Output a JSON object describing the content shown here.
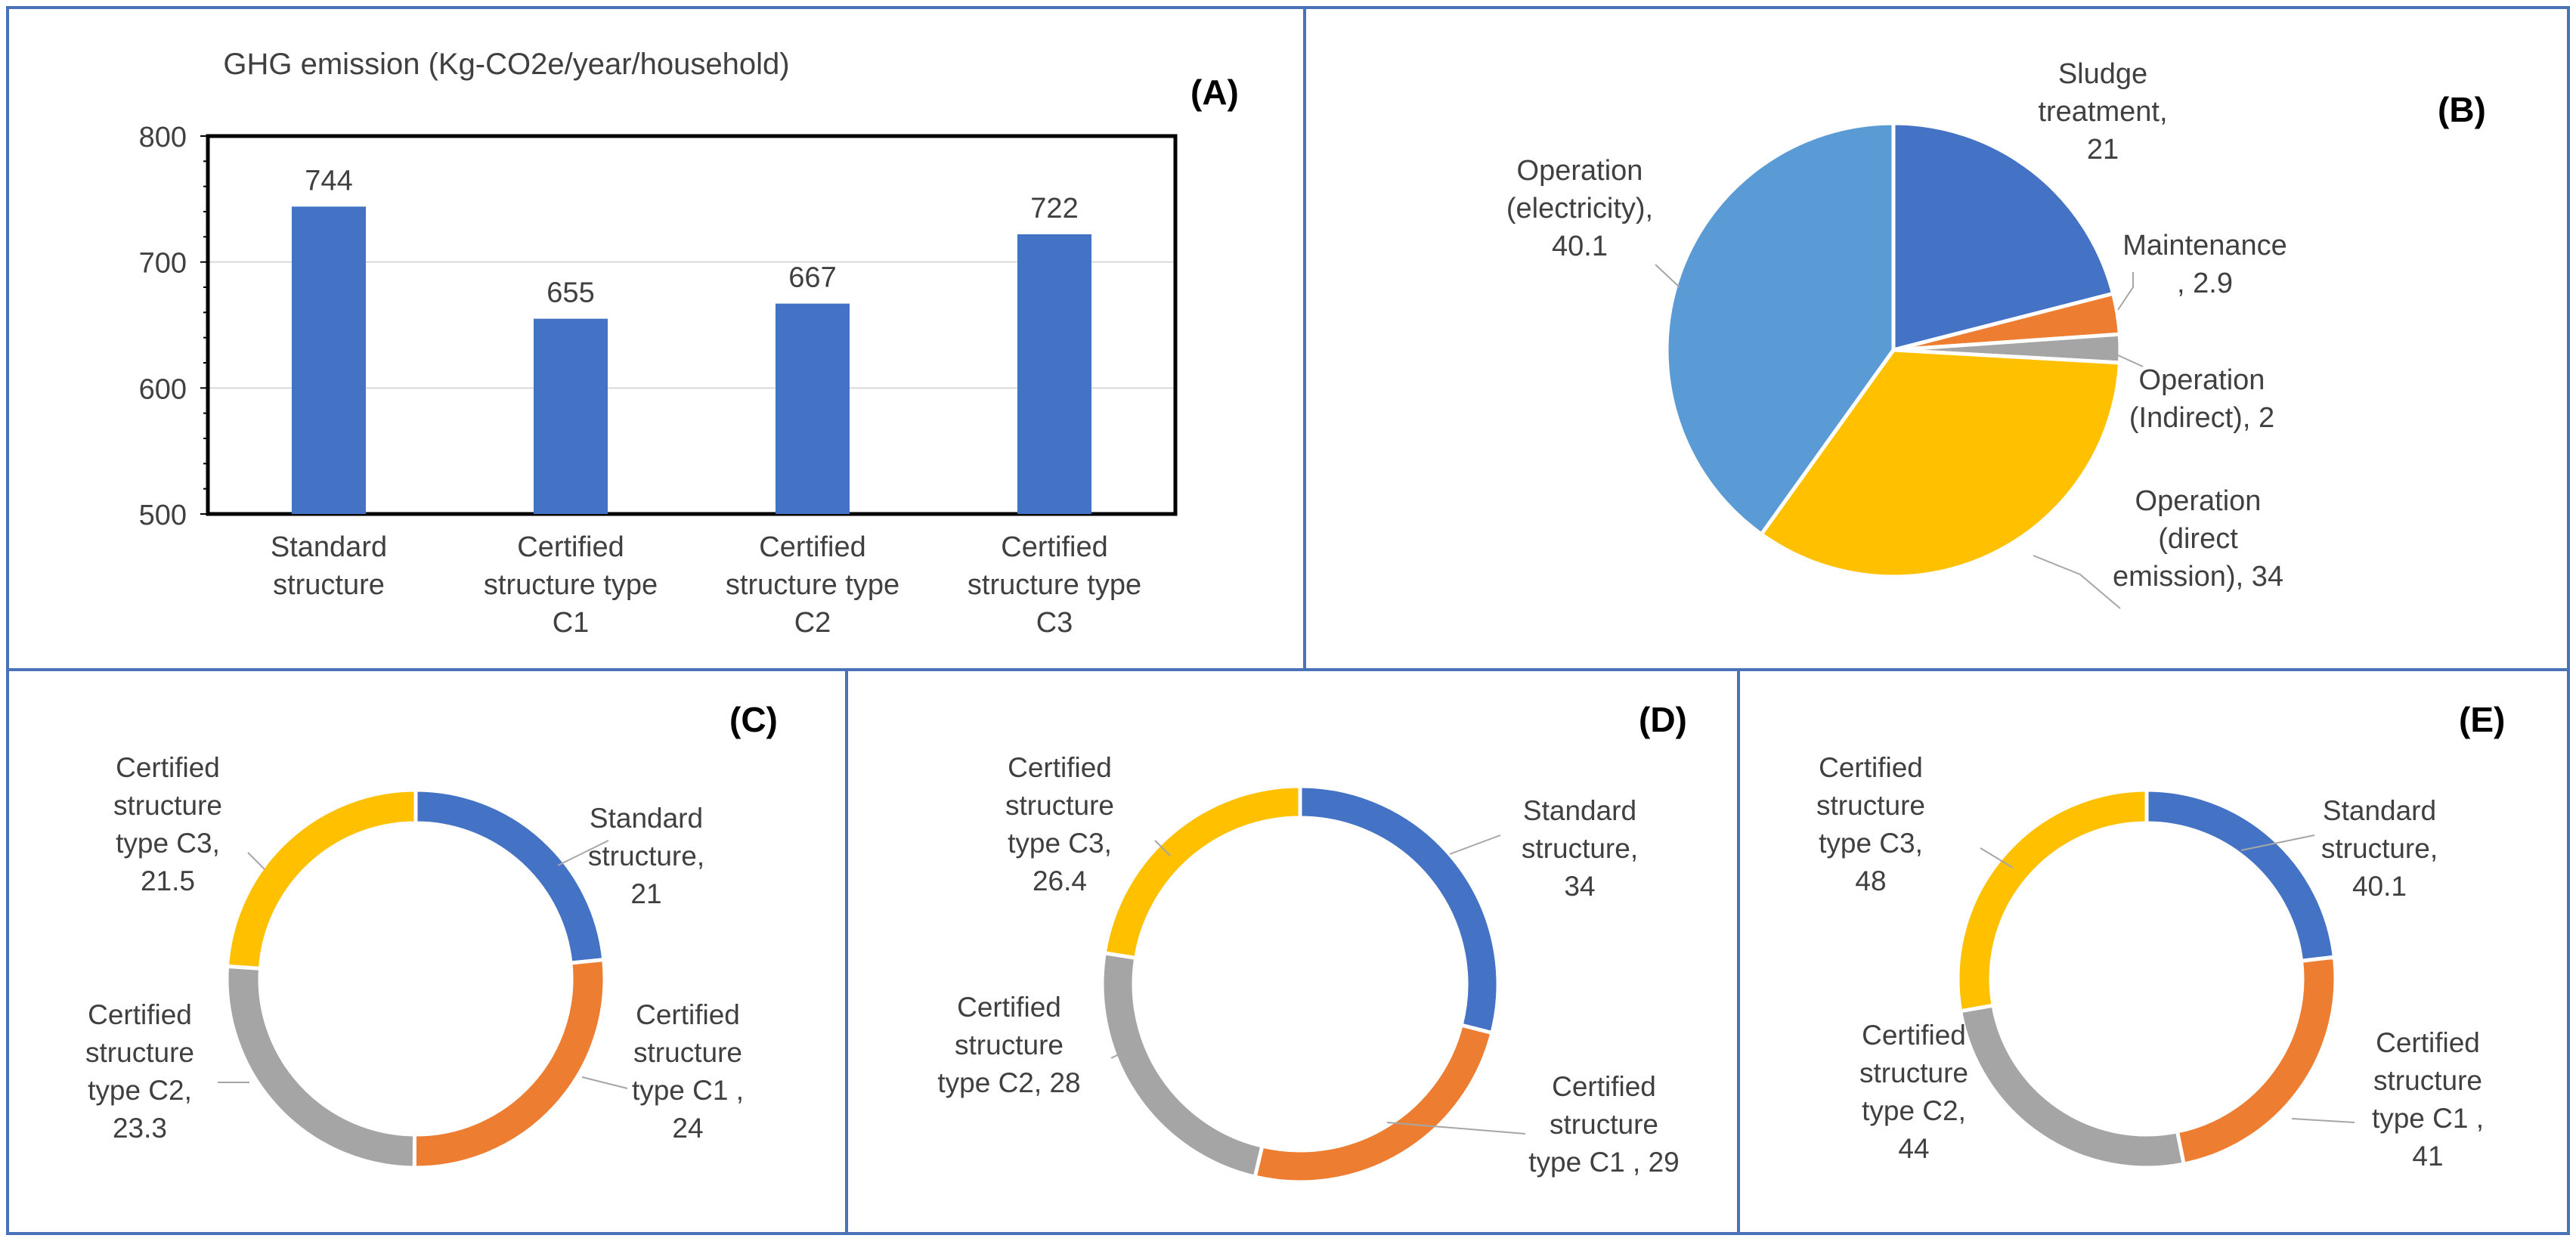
{
  "chart_data": [
    {
      "panel": "(A)",
      "type": "bar",
      "title": "GHG emission (Kg-CO2e/year/household)",
      "categories": [
        "Standard structure",
        "Certified structure type C1",
        "Certified structure type C2",
        "Certified structure type C3"
      ],
      "category_lines": [
        [
          "Standard",
          "structure"
        ],
        [
          "Certified",
          "structure type",
          "C1"
        ],
        [
          "Certified",
          "structure type",
          "C2"
        ],
        [
          "Certified",
          "structure type",
          "C3"
        ]
      ],
      "values": [
        744,
        655,
        667,
        722
      ],
      "ylim": [
        500,
        800
      ],
      "yticks": [
        500,
        600,
        700,
        800
      ],
      "grid": true,
      "color": "#4472C4"
    },
    {
      "panel": "(B)",
      "type": "pie",
      "slices": [
        {
          "label_lines": [
            "Sludge",
            "treatment,",
            "21"
          ],
          "value": 21,
          "color": "#4472C4"
        },
        {
          "label_lines": [
            "Maintenance",
            ", 2.9"
          ],
          "value": 2.9,
          "color": "#ED7D31"
        },
        {
          "label_lines": [
            "Operation",
            "(Indirect), 2"
          ],
          "value": 2,
          "color": "#A5A5A5"
        },
        {
          "label_lines": [
            "Operation",
            "(direct",
            "emission), 34"
          ],
          "value": 34,
          "color": "#FFC000"
        },
        {
          "label_lines": [
            "Operation",
            "(electricity),",
            "40.1"
          ],
          "value": 40.1,
          "color": "#5B9BD5"
        }
      ]
    },
    {
      "panel": "(C)",
      "type": "pie",
      "donut": true,
      "slices": [
        {
          "label_lines": [
            "Standard",
            "structure,",
            "21"
          ],
          "value": 21,
          "color": "#4472C4"
        },
        {
          "label_lines": [
            "Certified",
            "structure",
            "type C1 ,",
            "24"
          ],
          "value": 24,
          "color": "#ED7D31"
        },
        {
          "label_lines": [
            "Certified",
            "structure",
            "type C2,",
            "23.3"
          ],
          "value": 23.3,
          "color": "#A5A5A5"
        },
        {
          "label_lines": [
            "Certified",
            "structure",
            "type C3,",
            "21.5"
          ],
          "value": 21.5,
          "color": "#FFC000"
        }
      ]
    },
    {
      "panel": "(D)",
      "type": "pie",
      "donut": true,
      "slices": [
        {
          "label_lines": [
            "Standard",
            "structure,",
            "34"
          ],
          "value": 34,
          "color": "#4472C4"
        },
        {
          "label_lines": [
            "Certified",
            "structure",
            "type C1 , 29"
          ],
          "value": 29,
          "color": "#ED7D31"
        },
        {
          "label_lines": [
            "Certified",
            "structure",
            "type C2, 28"
          ],
          "value": 28,
          "color": "#A5A5A5"
        },
        {
          "label_lines": [
            "Certified",
            "structure",
            "type C3,",
            "26.4"
          ],
          "value": 26.4,
          "color": "#FFC000"
        }
      ]
    },
    {
      "panel": "(E)",
      "type": "pie",
      "donut": true,
      "slices": [
        {
          "label_lines": [
            "Standard",
            "structure,",
            "40.1"
          ],
          "value": 40.1,
          "color": "#4472C4"
        },
        {
          "label_lines": [
            "Certified",
            "structure",
            "type C1 ,",
            "41"
          ],
          "value": 41,
          "color": "#ED7D31"
        },
        {
          "label_lines": [
            "Certified",
            "structure",
            "type C2,",
            "44"
          ],
          "value": 44,
          "color": "#A5A5A5"
        },
        {
          "label_lines": [
            "Certified",
            "structure",
            "type C3,",
            "48"
          ],
          "value": 48,
          "color": "#FFC000"
        }
      ]
    }
  ]
}
